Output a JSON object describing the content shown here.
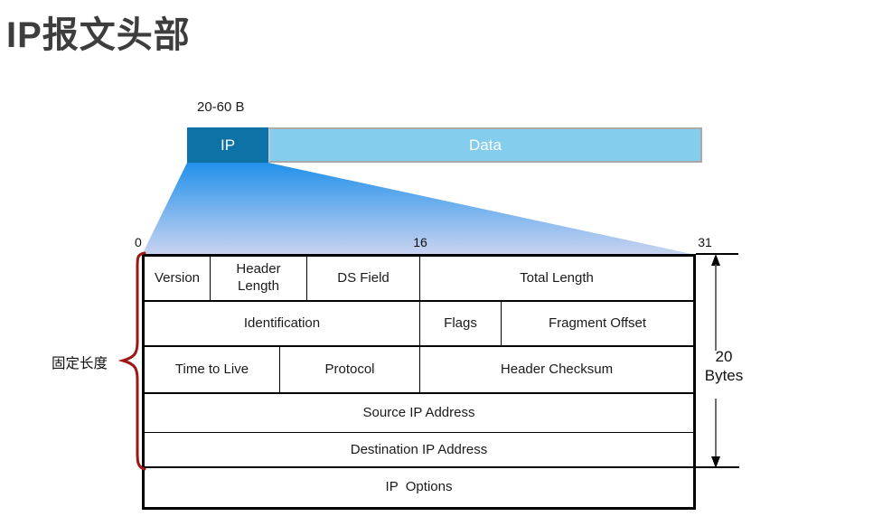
{
  "page_title": "IP报文头部",
  "packet_bar": {
    "size_label": "20-60 B",
    "ip_label": "IP",
    "data_label": "Data",
    "ip_color": "#0F72A6",
    "data_color": "#85CDEC",
    "border_color": "#A9A9A9"
  },
  "zoom_gradient": {
    "top_color": "#2191EA",
    "bottom_color": "#CAD4F1"
  },
  "bit_ruler": {
    "start": "0",
    "middle": "16",
    "end": "31"
  },
  "header_table": {
    "rows": [
      {
        "cells": [
          "Version",
          "Header Length",
          "DS Field",
          "Total Length"
        ]
      },
      {
        "cells": [
          "Identification",
          "Flags",
          "Fragment Offset"
        ]
      },
      {
        "cells": [
          "Time to Live",
          "Protocol",
          "Header Checksum"
        ]
      },
      {
        "cells": [
          "Source IP Address"
        ]
      },
      {
        "cells": [
          "Destination IP Address"
        ]
      },
      {
        "cells": [
          "IP  Options"
        ]
      }
    ]
  },
  "annotations": {
    "fixed_length_label": "固定长度",
    "brace_color": "#9E1717",
    "byte_size_value": "20",
    "byte_size_unit": "Bytes"
  }
}
